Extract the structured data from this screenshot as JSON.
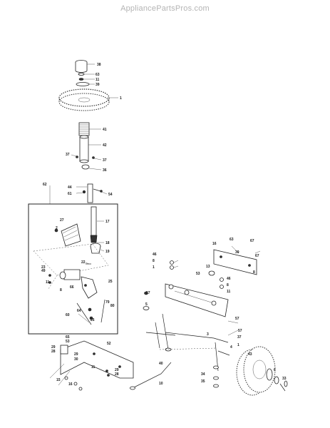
{
  "watermark": "AppliancePartsPros.com",
  "callouts": [
    "38",
    "63",
    "11",
    "39",
    "1",
    "41",
    "42",
    "37",
    "37",
    "36",
    "44",
    "54",
    "61",
    "62",
    "17",
    "27",
    "18",
    "19",
    "22",
    "2",
    "23",
    "11",
    "49",
    "66",
    "8",
    "25",
    "79",
    "64",
    "26",
    "80",
    "60",
    "46",
    "8",
    "1",
    "53",
    "13",
    "46",
    "8",
    "11",
    "57",
    "57",
    "16",
    "63",
    "39",
    "67",
    "67",
    "8",
    "5",
    "57",
    "37",
    "1",
    "4",
    "3",
    "65",
    "53",
    "29",
    "28",
    "29",
    "30",
    "52",
    "11",
    "40",
    "29",
    "10",
    "15",
    "16",
    "28",
    "43",
    "6",
    "33",
    "34",
    "35"
  ],
  "colors": {
    "watermark": "#b4b4b4",
    "ink": "#222222",
    "background": "#ffffff"
  }
}
